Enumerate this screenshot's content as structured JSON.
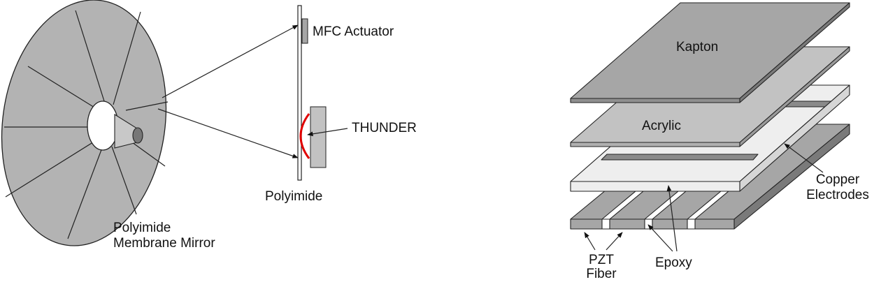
{
  "colors": {
    "mirror_fill": "#b3b3b3",
    "layer_dark": "#a6a6a6",
    "layer_mid": "#c2c2c2",
    "layer_light": "#eeeeee",
    "side_dark": "#7a7a7a",
    "thunder_arc": "#e00000",
    "stroke": "#222222"
  },
  "labels": {
    "mirror_line1": "Polyimide",
    "mirror_line2": "Membrane Mirror",
    "mfc_actuator": "MFC Actuator",
    "thunder": "THUNDER",
    "polyimide": "Polyimide",
    "kapton": "Kapton",
    "acrylic": "Acrylic",
    "copper_line1": "Copper",
    "copper_line2": "Electrodes",
    "pzt_line1": "PZT",
    "pzt_line2": "Fiber",
    "epoxy": "Epoxy"
  }
}
